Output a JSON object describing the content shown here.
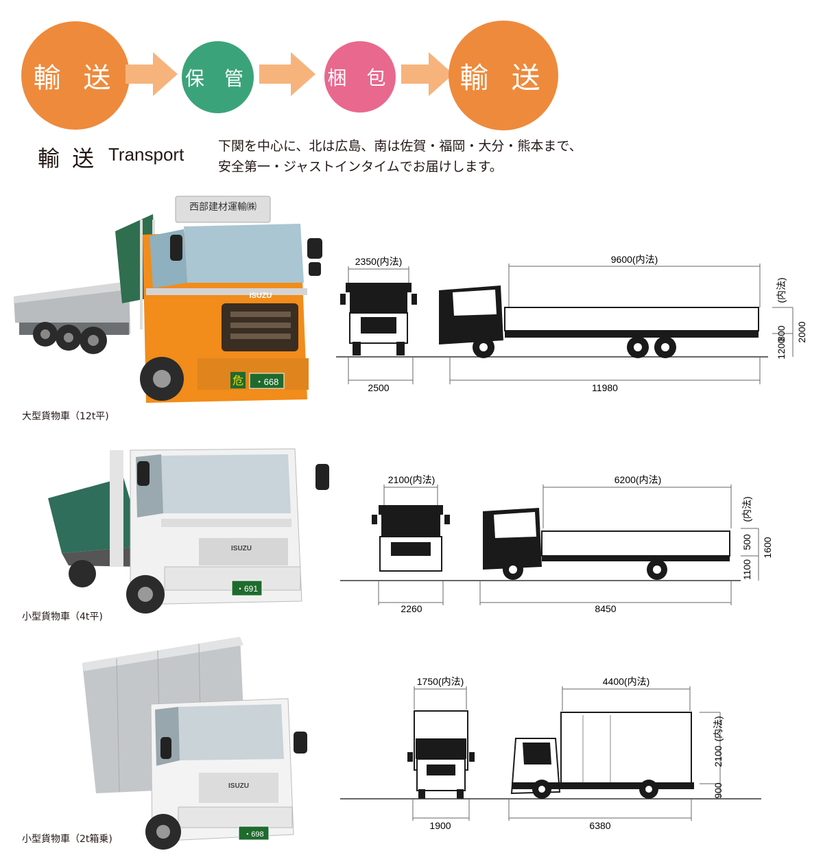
{
  "flow": {
    "steps": [
      {
        "label": "輸 送",
        "color": "#ee8a3c"
      },
      {
        "label": "保 管",
        "color": "#3ba37a"
      },
      {
        "label": "梱 包",
        "color": "#e9688e"
      },
      {
        "label": "輸 送",
        "color": "#ee8a3c"
      }
    ],
    "arrow_color": "#f6b47c"
  },
  "section": {
    "title_jp": "輸 送",
    "title_en": "Transport",
    "description": [
      "下関を中心に、北は広島、南は佐賀・福岡・大分・熊本まで、",
      "安全第一・ジャストインタイムでお届けします。"
    ]
  },
  "trucks": [
    {
      "caption": "大型貨物車（12t平)",
      "company_sign": "西部建材運輸㈱",
      "plate_mark": "危",
      "plate_number": "・668",
      "front_inner_width": "2350(内法)",
      "front_width": "2500",
      "bed_inner_length": "9600(内法)",
      "total_length": "11980",
      "height_bed": "1200",
      "height_gate": "800",
      "height_total": "2000",
      "height_inner_label": "(内法)"
    },
    {
      "caption": "小型貨物車（4t平)",
      "plate_number": "・691",
      "front_inner_width": "2100(内法)",
      "front_width": "2260",
      "bed_inner_length": "6200(内法)",
      "total_length": "8450",
      "height_bed": "1100",
      "height_gate": "500",
      "height_total": "1600",
      "height_inner_label": "(内法)"
    },
    {
      "caption": "小型貨物車（2t箱乗)",
      "plate_number": "・698",
      "front_inner_width": "1750(内法)",
      "front_width": "1900",
      "bed_inner_length": "4400(内法)",
      "total_length": "6380",
      "height_bed": "900",
      "height_box": "2100",
      "height_inner_label": "(内法)"
    }
  ],
  "brand": "ISUZU"
}
